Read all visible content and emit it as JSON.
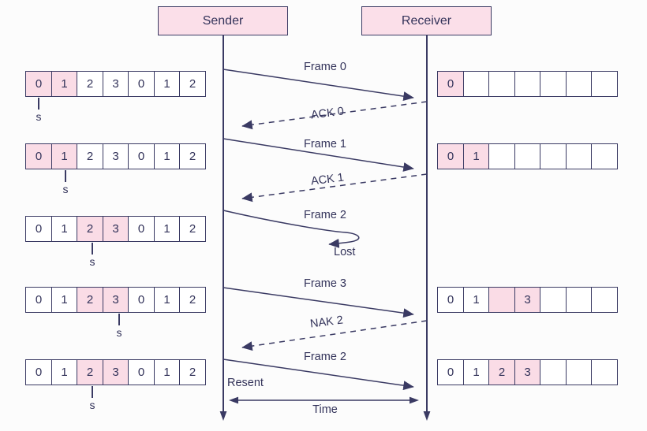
{
  "title": "Selective Repeat ARQ frame exchange diagram",
  "colors": {
    "line": "#3a3a63",
    "text": "#33335a",
    "pink_cell": "#fadce6",
    "pink_header": "#fbdfe9",
    "cell_background": "#ffffff",
    "background": "#fcfcfc"
  },
  "header": {
    "sender": "Sender",
    "receiver": "Receiver"
  },
  "sender_windows": [
    {
      "cells": [
        "0",
        "1",
        "2",
        "3",
        "0",
        "1",
        "2"
      ],
      "highlighted": [
        0,
        1
      ],
      "pointer_index": 0,
      "pointer_label": "s"
    },
    {
      "cells": [
        "0",
        "1",
        "2",
        "3",
        "0",
        "1",
        "2"
      ],
      "highlighted": [
        0,
        1
      ],
      "pointer_index": 1,
      "pointer_label": "s"
    },
    {
      "cells": [
        "0",
        "1",
        "2",
        "3",
        "0",
        "1",
        "2"
      ],
      "highlighted": [
        2,
        3
      ],
      "pointer_index": 2,
      "pointer_label": "s"
    },
    {
      "cells": [
        "0",
        "1",
        "2",
        "3",
        "0",
        "1",
        "2"
      ],
      "highlighted": [
        2,
        3
      ],
      "pointer_index": 3,
      "pointer_label": "s"
    },
    {
      "cells": [
        "0",
        "1",
        "2",
        "3",
        "0",
        "1",
        "2"
      ],
      "highlighted": [
        2,
        3
      ],
      "pointer_index": 2,
      "pointer_label": "s"
    }
  ],
  "receiver_buffers": [
    {
      "cells": [
        "0",
        "",
        "",
        "",
        "",
        "",
        ""
      ],
      "highlighted": [
        0
      ]
    },
    {
      "cells": [
        "0",
        "1",
        "",
        "",
        "",
        "",
        ""
      ],
      "highlighted": [
        0,
        1
      ]
    },
    {
      "cells": [
        "0",
        "1",
        "",
        "3",
        "",
        "",
        ""
      ],
      "highlighted": [
        2,
        3
      ]
    },
    {
      "cells": [
        "0",
        "1",
        "2",
        "3",
        "",
        "",
        ""
      ],
      "highlighted": [
        2,
        3
      ]
    }
  ],
  "messages": [
    {
      "label": "Frame 0",
      "style": "solid",
      "from": "sender",
      "to": "receiver"
    },
    {
      "label": "ACK 0",
      "style": "dashed",
      "from": "receiver",
      "to": "sender"
    },
    {
      "label": "Frame 1",
      "style": "solid",
      "from": "sender",
      "to": "receiver"
    },
    {
      "label": "ACK 1",
      "style": "dashed",
      "from": "receiver",
      "to": "sender"
    },
    {
      "label": "Frame 2",
      "style": "solid",
      "from": "sender",
      "to": "lost",
      "note": "Lost"
    },
    {
      "label": "Frame 3",
      "style": "solid",
      "from": "sender",
      "to": "receiver"
    },
    {
      "label": "NAK 2",
      "style": "dashed",
      "from": "receiver",
      "to": "sender"
    },
    {
      "label": "Frame 2",
      "style": "solid",
      "from": "sender",
      "to": "receiver",
      "note": "Resent"
    }
  ],
  "footer": {
    "time_label": "Time"
  }
}
